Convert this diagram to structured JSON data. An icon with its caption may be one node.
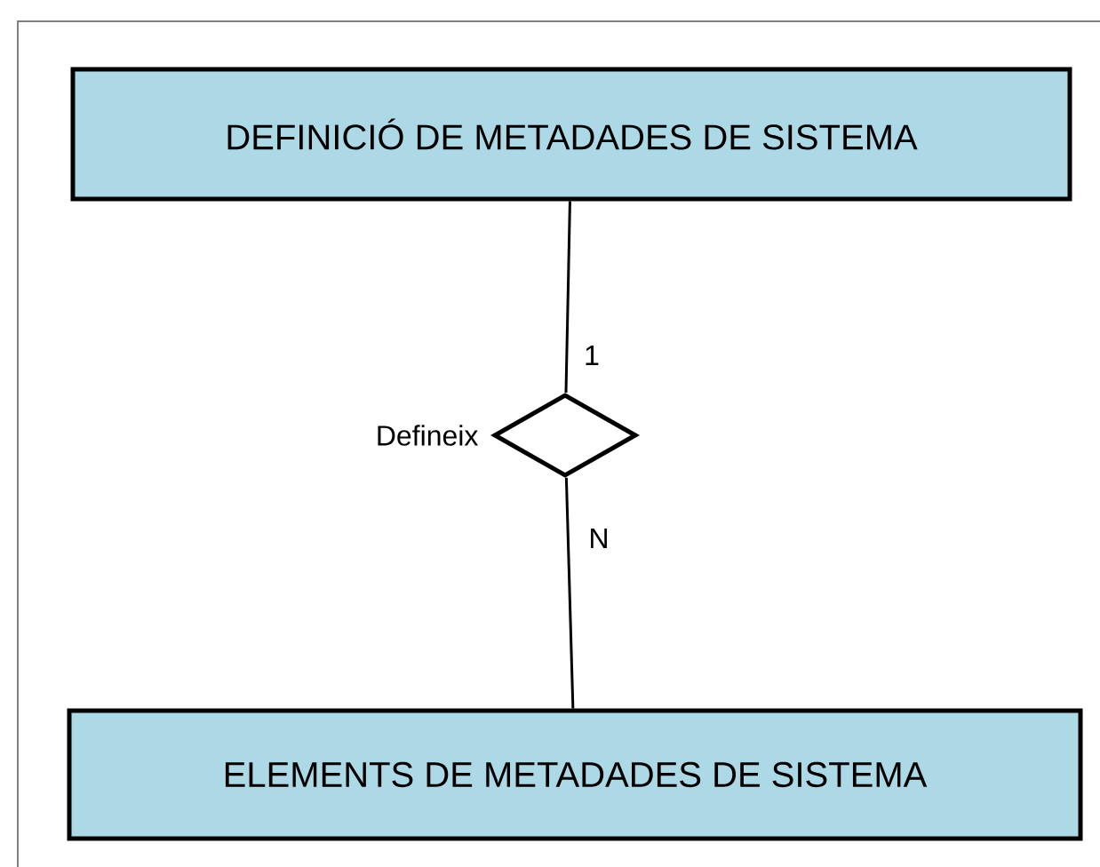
{
  "diagram": {
    "nodes": [
      {
        "text": [
          "DEFINICIÓ DE METADADES DE SISTEMA"
        ]
      },
      {
        "text": [],
        "shape": "diamond",
        "beside": [
          "Defineix"
        ]
      },
      {
        "text": [
          "ELEMENTS DE METADADES DE SISTEMA"
        ]
      }
    ],
    "edges": [
      {
        "from": 0,
        "to": 1,
        "arrow": "none",
        "label": "1"
      },
      {
        "from": 1,
        "to": 2,
        "arrow": "none",
        "label": "N"
      }
    ]
  }
}
